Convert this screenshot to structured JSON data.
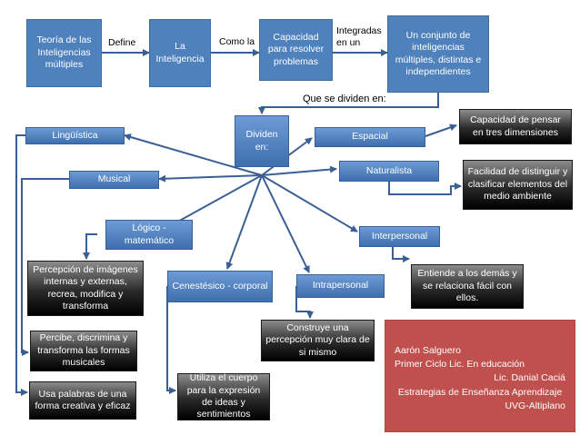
{
  "nodes": {
    "teoria": "Teoría de las Inteligencias múltiples",
    "inteligencia": "La Inteligencia",
    "capacidad": "Capacidad para resolver problemas",
    "conjunto": "Un conjunto de inteligencias múltiples, distintas e independientes",
    "dividen": "Dividen en:",
    "linguistica": "Lingüística",
    "musical": "Musical",
    "logico": "Lógico - matemático",
    "cenestesico": "Cenestésico - corporal",
    "intrapersonal": "Intrapersonal",
    "interpersonal": "Interpersonal",
    "naturalista": "Naturalista",
    "espacial": "Espacial"
  },
  "descriptions": {
    "pensar": "Capacidad de pensar en tres dimensiones",
    "distinguir": "Facilidad de distinguir y clasificar elementos del medio ambiente",
    "entiende": "Entiende a los demás y se relaciona fácil con ellos.",
    "percepcion_imagenes": "Percepción de imágenes internas y externas, recrea, modifica y transforma",
    "percibe": "Percibe, discrimina y transforma las formas musicales",
    "palabras": "Usa palabras de una forma creativa y eficaz",
    "construye": "Construye una percepción muy clara de si mismo",
    "cuerpo": "Utiliza el cuerpo para la expresión de ideas y sentimientos"
  },
  "connectors": {
    "define": "Define",
    "como_la": "Como la",
    "integradas": "Integradas",
    "en_un": "en un",
    "dividen_en": "Que se dividen en:"
  },
  "credits": {
    "line1": "Aarón Salguero",
    "line2": "Primer Ciclo Lic. En educación",
    "line3": "Lic. Danial Caciá",
    "line4": "Estrategias de Enseñanza Aprendizaje",
    "line5": "UVG-Altiplano"
  }
}
